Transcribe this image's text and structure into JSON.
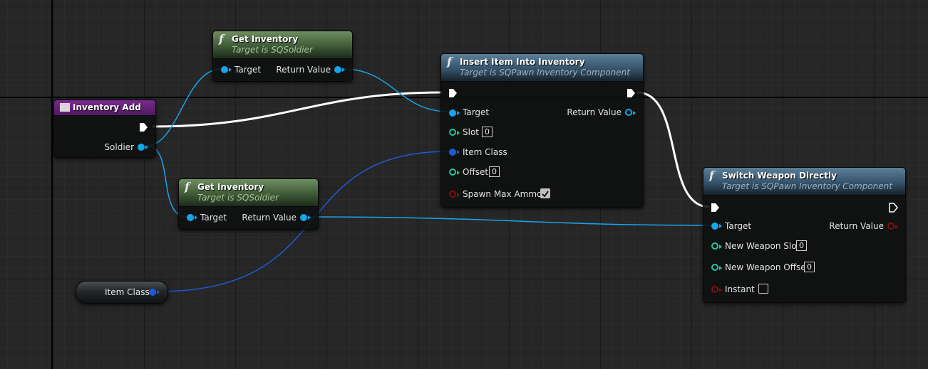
{
  "nodes": {
    "inventory_add": {
      "title": "Inventory Add",
      "pin_soldier": "Soldier"
    },
    "get_inventory_top": {
      "title": "Get Inventory",
      "subtitle": "Target is SQSoldier",
      "pin_target": "Target",
      "pin_return": "Return Value"
    },
    "get_inventory_bottom": {
      "title": "Get Inventory",
      "subtitle": "Target is SQSoldier",
      "pin_target": "Target",
      "pin_return": "Return Value"
    },
    "insert_item": {
      "title": "Insert Item Into Inventory",
      "subtitle": "Target is SQPawn Inventory Component",
      "pin_target": "Target",
      "pin_return": "Return Value",
      "pin_slot": "Slot",
      "slot_value": "0",
      "pin_item_class": "Item Class",
      "pin_offset": "Offset",
      "offset_value": "0",
      "pin_spawn_max_ammo": "Spawn Max Ammo",
      "spawn_max_ammo_checked": true
    },
    "switch_weapon": {
      "title": "Switch Weapon Directly",
      "subtitle": "Target is SQPawn Inventory Component",
      "pin_target": "Target",
      "pin_return": "Return Value",
      "pin_new_weapon_slot": "New Weapon Slot",
      "new_weapon_slot_value": "0",
      "pin_new_weapon_offset": "New Weapon Offset",
      "new_weapon_offset_value": "0",
      "pin_instant": "Instant",
      "instant_checked": false
    },
    "item_class_var": {
      "label": "Item Class"
    }
  },
  "icons": {
    "function": "function-icon",
    "event": "event-icon",
    "exec": "exec-pin-icon"
  },
  "colors": {
    "object_pin": "#16a6ec",
    "class_pin": "#1d5bd6",
    "int_pin": "#21c7a0",
    "bool_pin": "#8c0a0a",
    "exec_wire": "#ffffff",
    "event_header": "#7a2a8c"
  }
}
